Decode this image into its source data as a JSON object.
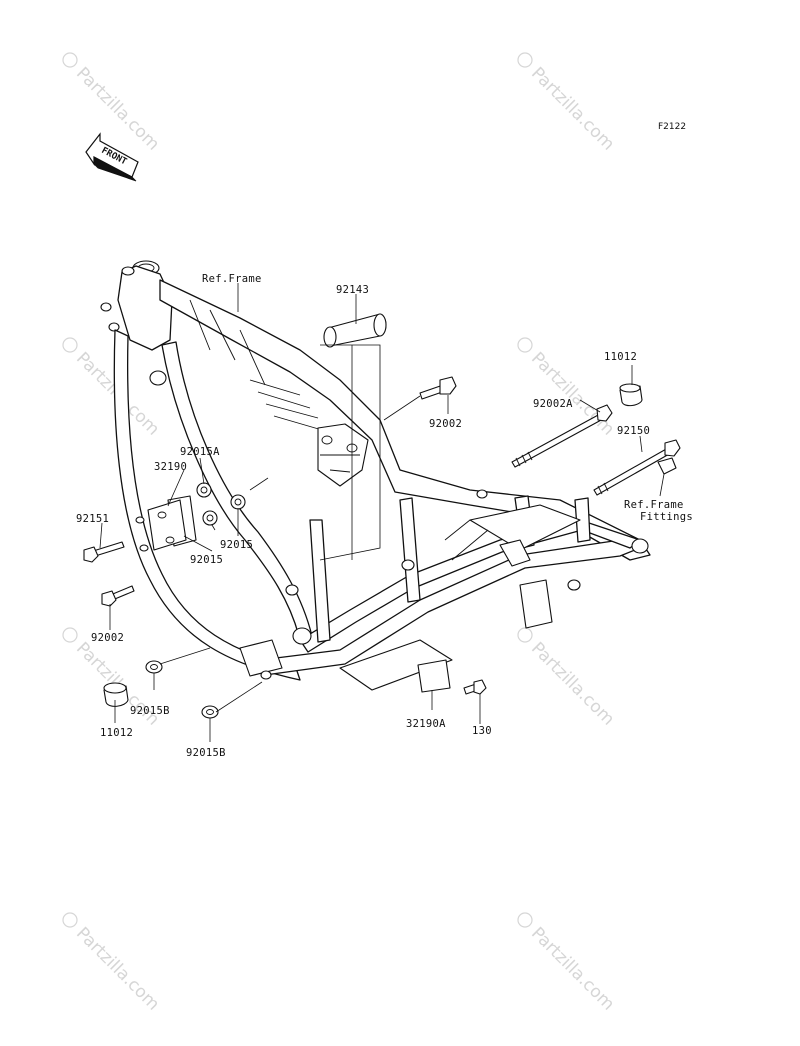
{
  "figure_code": "F2122",
  "front_arrow_text": "FRONT",
  "watermark_text": "Partzilla.com",
  "labels": {
    "ref_frame": "Ref.Frame",
    "p92143": "92143",
    "p11012_top": "11012",
    "p92002_center": "92002",
    "p92002A": "92002A",
    "p92150": "92150",
    "ref_frame_fittings_1": "Ref.Frame",
    "ref_frame_fittings_2": "Fittings",
    "p92015A": "92015A",
    "p32190": "32190",
    "p92151": "92151",
    "p92015_a": "92015",
    "p92015_b": "92015",
    "p92002_left": "92002",
    "p92015B_a": "92015B",
    "p92015B_b": "92015B",
    "p11012_bottom": "11012",
    "p32190A": "32190A",
    "p130": "130"
  }
}
